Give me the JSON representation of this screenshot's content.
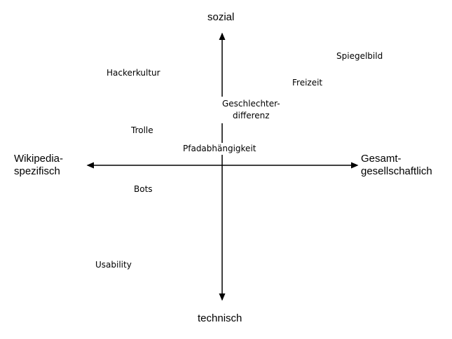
{
  "axes": {
    "top": "sozial",
    "bottom": "technisch",
    "left_line1": "Wikipedia-",
    "left_line2": "spezifisch",
    "right_line1": "Gesamt-",
    "right_line2": "gesellschaftlich"
  },
  "labels": {
    "spiegelbild": "Spiegelbild",
    "hackerkultur": "Hackerkultur",
    "freizeit": "Freizeit",
    "geschlechter1": "Geschlechter-",
    "geschlechter2": "differenz",
    "trolle": "Trolle",
    "pfad": "Pfadabhängigkeit",
    "bots": "Bots",
    "usability": "Usability"
  }
}
